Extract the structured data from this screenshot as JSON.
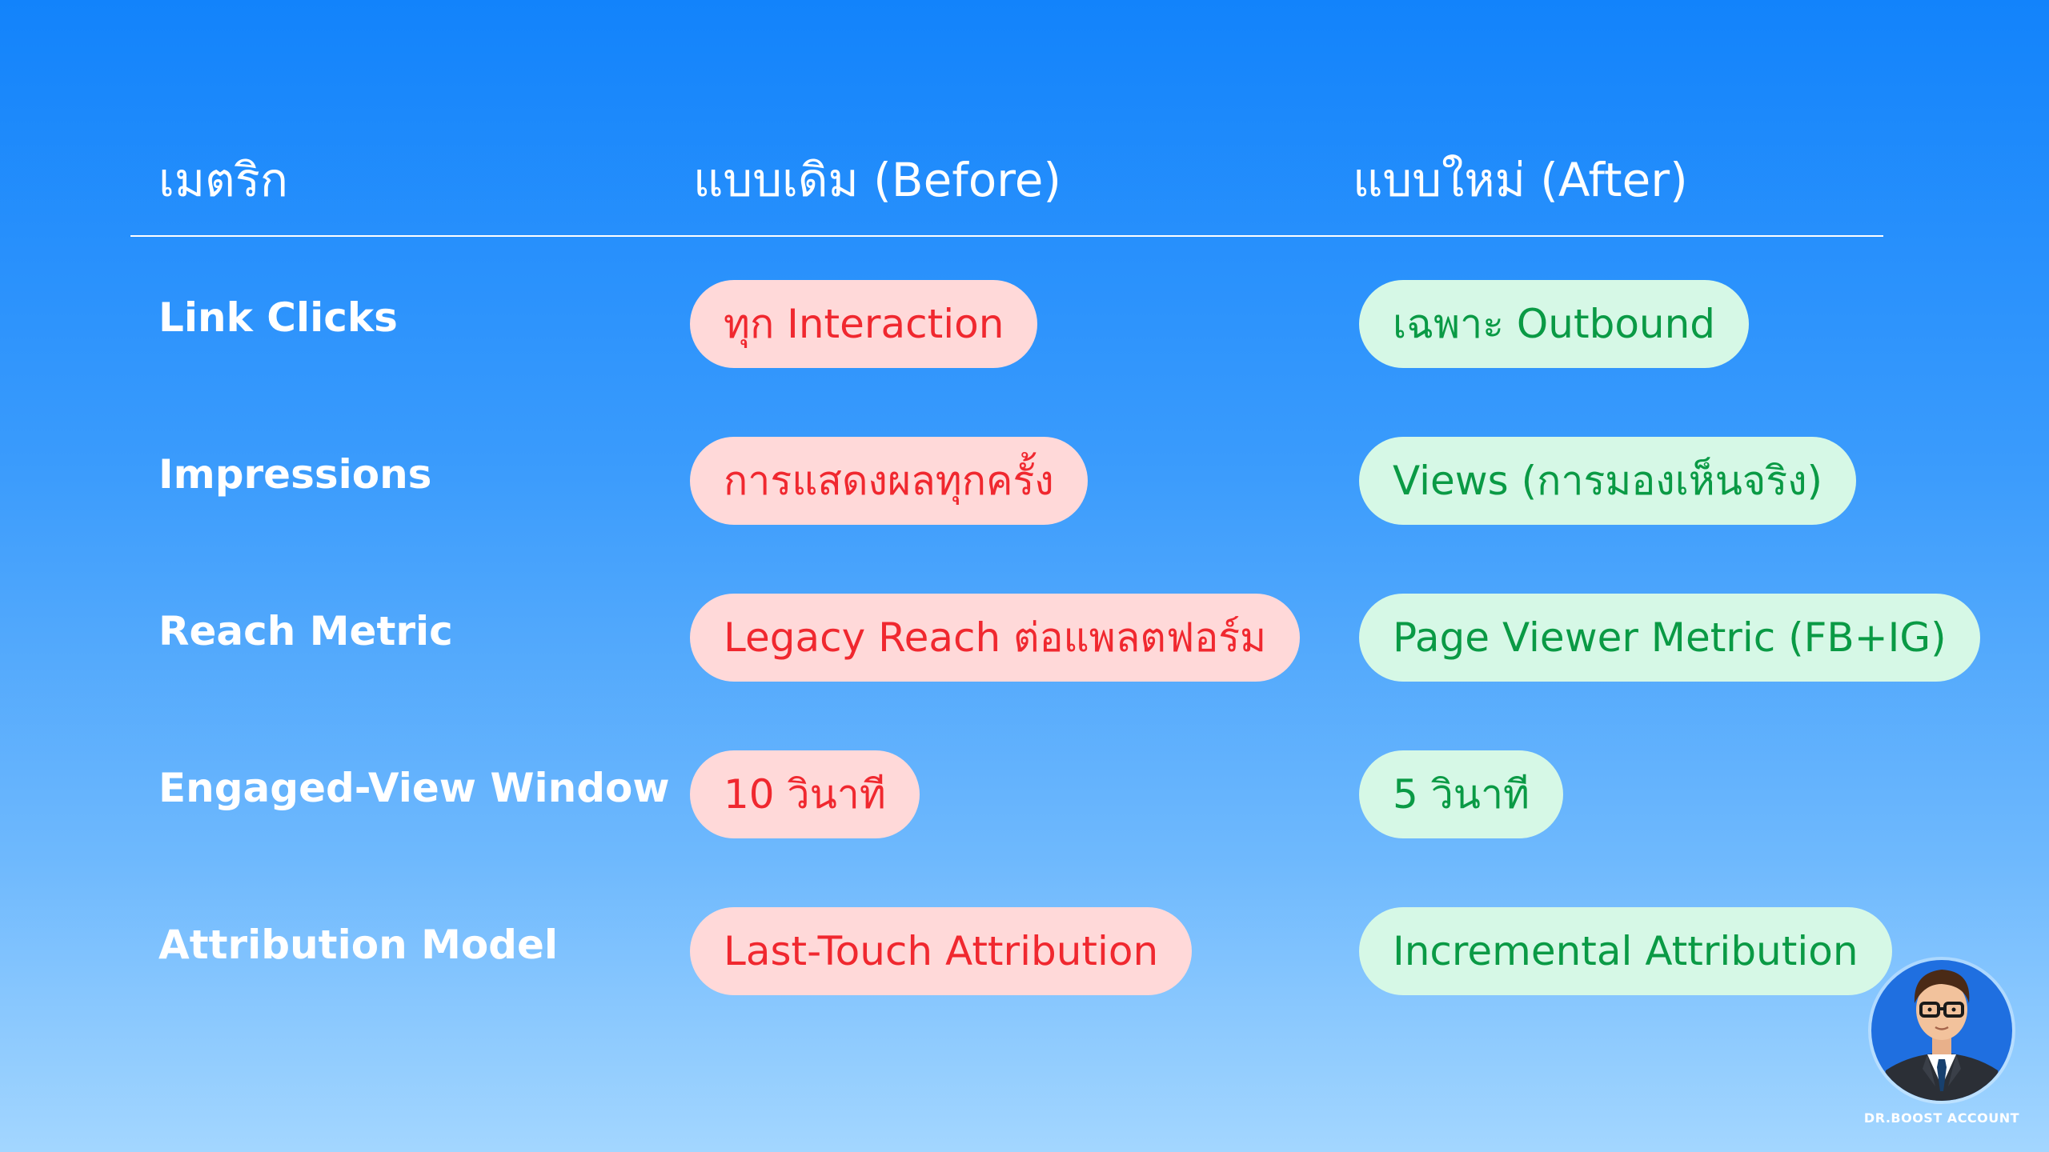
{
  "header": {
    "metric": "เมตริก",
    "before": "แบบเดิม (Before)",
    "after": "แบบใหม่ (After)"
  },
  "rows": [
    {
      "label": "Link Clicks",
      "before": "ทุก Interaction",
      "after": "เฉพาะ Outbound"
    },
    {
      "label": "Impressions",
      "before": "การแสดงผลทุกครั้ง",
      "after": "Views (การมองเห็นจริง)"
    },
    {
      "label": "Reach Metric",
      "before": "Legacy Reach ต่อแพลตฟอร์ม",
      "after": "Page Viewer Metric (FB+IG)"
    },
    {
      "label": "Engaged-View Window",
      "before": "10 วินาที",
      "after": "5 วินาที"
    },
    {
      "label": "Attribution Model",
      "before": "Last-Touch Attribution",
      "after": "Incremental Attribution"
    }
  ],
  "brand": {
    "caption": "DR.BOOST ACCOUNT",
    "icon": "avatar-icon"
  },
  "colors": {
    "before_bg": "#ffd9d9",
    "before_text": "#f0282f",
    "after_bg": "#d6f8e6",
    "after_text": "#0a9a45"
  }
}
